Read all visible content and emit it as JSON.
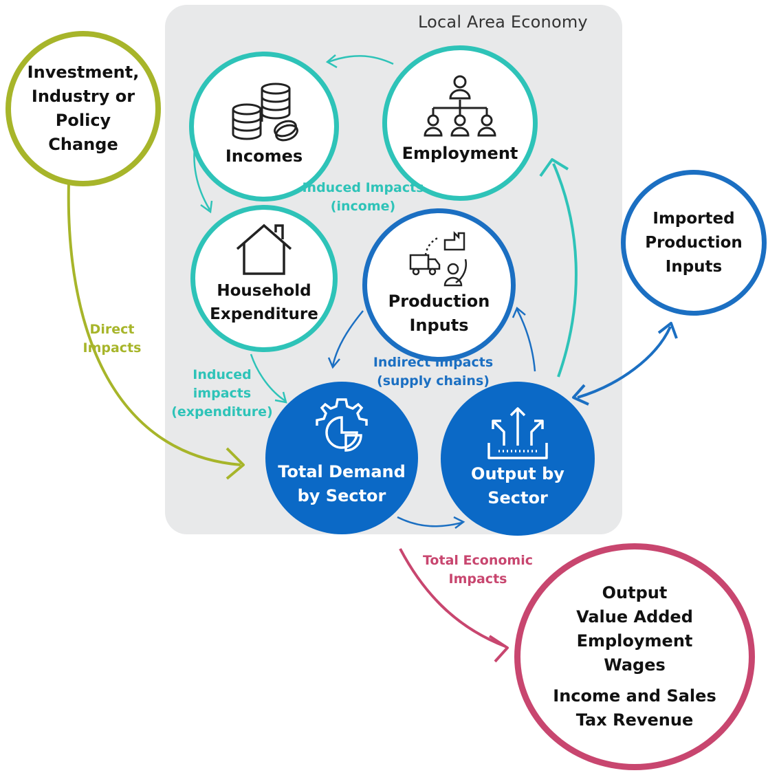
{
  "diagram": {
    "panel_title": "Local Area Economy",
    "nodes": {
      "investment": [
        "Investment,",
        "Industry or",
        "Policy",
        "Change"
      ],
      "incomes": [
        "Incomes"
      ],
      "employment": [
        "Employment"
      ],
      "household": [
        "Household",
        "Expenditure"
      ],
      "production": [
        "Production",
        "Inputs"
      ],
      "imported": [
        "Imported",
        "Production",
        "Inputs"
      ],
      "demand": [
        "Total Demand",
        "by Sector"
      ],
      "output": [
        "Output by",
        "Sector"
      ],
      "results": [
        "Output",
        "Value Added",
        "Employment",
        "Wages"
      ],
      "tax": [
        "Income and Sales",
        "Tax Revenue"
      ]
    },
    "edge_labels": {
      "direct": [
        "Direct",
        "Impacts"
      ],
      "induced_income": [
        "Induced Impacts",
        "(income)"
      ],
      "induced_expenditure": [
        "Induced",
        "impacts",
        "(expenditure)"
      ],
      "indirect": [
        "Indirect impacts",
        "(supply chains)"
      ],
      "total": [
        "Total Economic",
        "Impacts"
      ]
    },
    "icons": [
      "coins-stack-icon",
      "org-chart-icon",
      "house-icon",
      "supply-chain-icon",
      "gear-chart-icon",
      "output-arrows-icon"
    ],
    "colors": {
      "green": "#a7b52a",
      "teal": "#2ec3b8",
      "blue": "#1b6fc2",
      "blue_fill": "#0b69c6",
      "pink": "#c8466f",
      "panel": "#e8e9ea"
    }
  }
}
